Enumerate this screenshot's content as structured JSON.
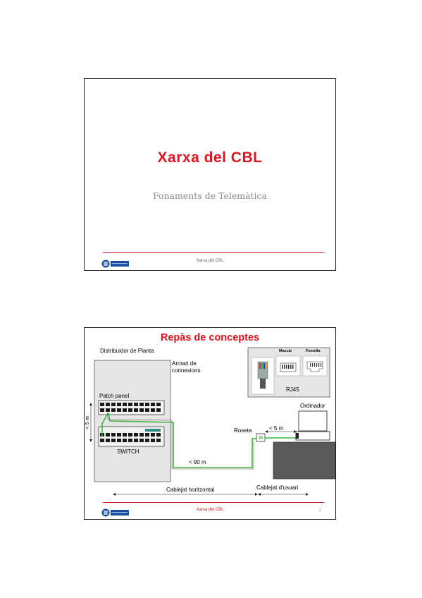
{
  "slide1": {
    "title": "Xarxa del CBL",
    "subtitle": "Fonaments de Telemàtica",
    "footer": "Xarxa del CBL"
  },
  "slide2": {
    "title": "Repàs de conceptes",
    "labels": {
      "distribuidor": "Distribuidor de Planta",
      "armari_line1": "Armari de",
      "armari_line2": "connexions",
      "patch_panel": "Patch panel",
      "switch": "SWITCH",
      "dist_5m_vertical": "< 5 m",
      "dist_90m": "< 90 m",
      "roseta": "Roseta",
      "dist_5m_user": "< 5 m",
      "ordinador": "Ordinador",
      "cablejat_horitzontal": "Cablejat horitzontal",
      "cablejat_usuari": "Cablejat d'usuari",
      "rj45": "RJ45",
      "mascle": "Mascle",
      "femella": "Femella"
    },
    "footer": "Xarxa del CBL",
    "page_number": "2"
  },
  "colors": {
    "title_red": "#e0141e",
    "cable_green": "#3cb43c",
    "footer_line": "#c8141e",
    "logo_blue": "#1a4fa0"
  }
}
